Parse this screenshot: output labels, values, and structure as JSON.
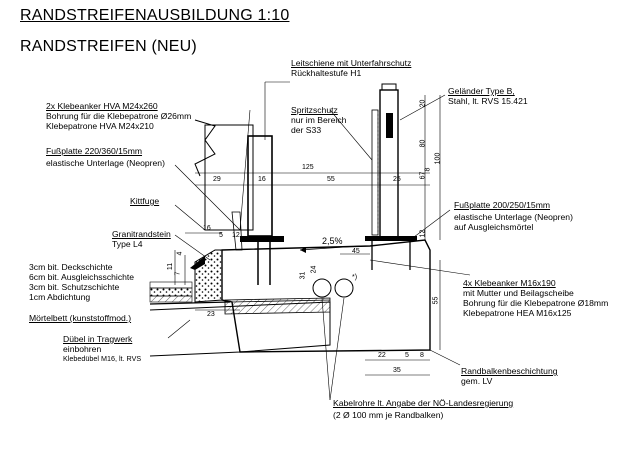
{
  "title": "RANDSTREIFENAUSBILDUNG 1:10",
  "subtitle": "RANDSTREIFEN (NEU)",
  "labels": {
    "leitschiene": [
      "Leitschiene mit Unterfahrschutz",
      "Rückhaltestufe H1"
    ],
    "gelaender": [
      "Geländer Type B,",
      "Stahl, lt. RVS 15.421"
    ],
    "klebeanker_hva": [
      "2x Klebeanker HVA M24x260",
      "Bohrung für die Klebepatrone Ø26mm",
      "Klebepatrone HVA M24x210"
    ],
    "spritzschutz": [
      "Spritzschutz",
      "nur im Bereich",
      "der S33"
    ],
    "fussplatte_220": [
      "Fußplatte 220/360/15mm",
      "elastische Unterlage (Neopren)"
    ],
    "fussplatte_200": [
      "Fußplatte 200/250/15mm",
      "elastische Unterlage (Neopren)",
      "auf Ausgleichsmörtel"
    ],
    "kittfuge": "Kittfuge",
    "granitrandstein": [
      "Granitrandstein",
      "Type L4"
    ],
    "schichten": [
      "3cm bit. Deckschichte",
      "6cm bit. Ausgleichsschichte",
      "3cm bit. Schutzschichte",
      "1cm Abdichtung"
    ],
    "moertelbett": "Mörtelbett (kunststoffmod.)",
    "duebel": [
      "Dübel in Tragwerk",
      "einbohren",
      "Klebedübel M16, lt. RVS"
    ],
    "klebeanker_m16": [
      "4x Klebeanker M16x190",
      "mit Mutter und Beilagscheibe",
      "Bohrung für die Klebepatrone Ø18mm",
      "Klebepatrone HEA M16x125"
    ],
    "randbalken": [
      "Randbalkenbeschichtung",
      "gem. LV"
    ],
    "kabelrohre": [
      "Kabelrohre lt. Angabe der NÖ-Landesregierung",
      "(2 Ø 100 mm je Randbalken)"
    ],
    "gefaelle": "2,5%",
    "asterisk": "*)"
  },
  "dims": {
    "d125": "125",
    "d29": "29",
    "d16a": "16",
    "d55": "55",
    "d25": "25",
    "d16b": "16",
    "d5": "5",
    "d12": "12",
    "d45": "45",
    "d23": "23",
    "d22": "22",
    "d5b": "5",
    "d8": "8",
    "d35": "35",
    "v20": "20",
    "v80": "80",
    "v100": "100",
    "v67": "67",
    "v8": "8",
    "v4": "4",
    "v11": "11",
    "v31": "31",
    "v24": "24",
    "v55": "55",
    "v12": "12",
    "v7": "7"
  }
}
